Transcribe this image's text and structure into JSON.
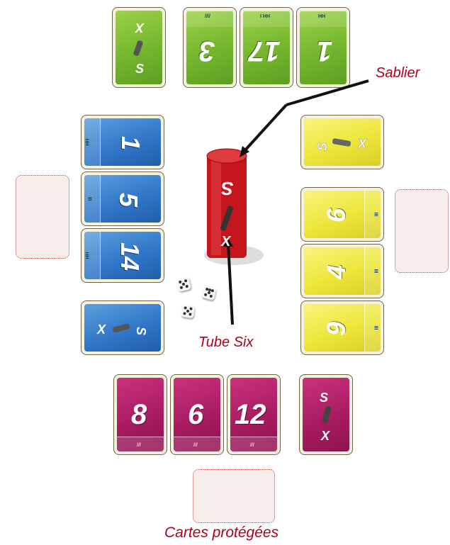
{
  "labels": {
    "sablier": "Sablier",
    "tube_six": "Tube Six",
    "cartes_protegees": "Cartes protégées"
  },
  "green_cards": [
    {
      "number": "3",
      "tally": "////"
    },
    {
      "number": "17",
      "tally": "I HH"
    },
    {
      "number": "1",
      "tally": "HH"
    }
  ],
  "blue_cards": [
    {
      "number": "1",
      "tally": "HH"
    },
    {
      "number": "5",
      "tally": "III"
    },
    {
      "number": "14",
      "tally": "HH"
    }
  ],
  "yellow_cards": [
    {
      "number": "6",
      "tally": "III"
    },
    {
      "number": "4",
      "tally": "III"
    },
    {
      "number": "9",
      "tally": "III"
    }
  ],
  "pink_cards": [
    {
      "number": "8",
      "tally": "///"
    },
    {
      "number": "6",
      "tally": "///"
    },
    {
      "number": "12",
      "tally": "///"
    }
  ],
  "tube": {
    "top_symbol": "S",
    "bottom_symbol": "X"
  },
  "colors": {
    "green": "#74b62d",
    "blue": "#2f74c6",
    "yellow": "#ece63b",
    "pink": "#a61a60",
    "tube": "#c4161c",
    "label": "#b0001a"
  }
}
